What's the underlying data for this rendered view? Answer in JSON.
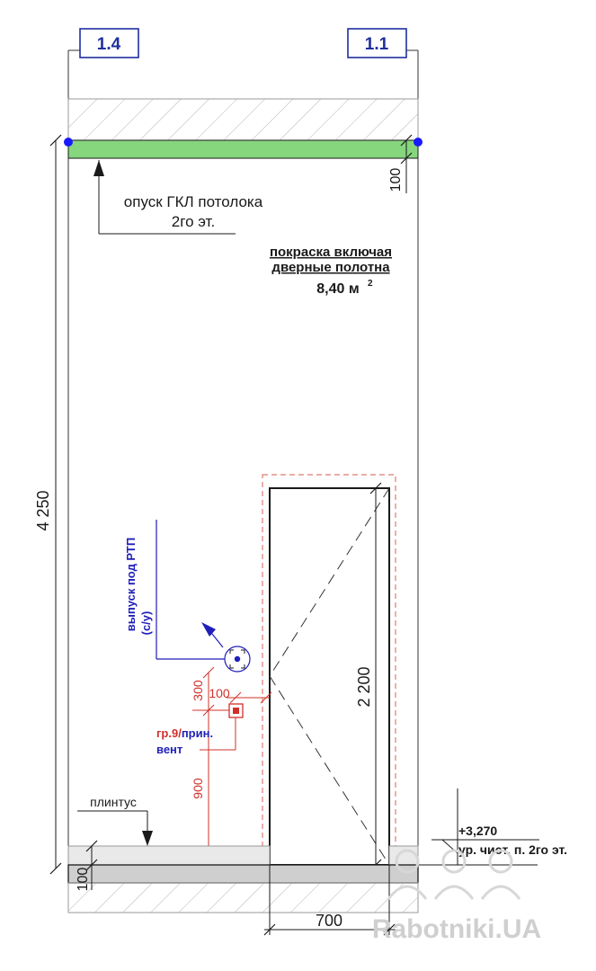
{
  "grid_axes": {
    "left": "1.4",
    "right": "1.1"
  },
  "annotations": {
    "ceiling_drop_line1": "опуск ГКЛ потолока",
    "ceiling_drop_line2": "2го эт.",
    "painting_line1": "покраска включая",
    "painting_line2": "дверные полотна",
    "painting_area": "8,40 м",
    "painting_area_unit_sup": "2",
    "rtp_outlet_line1": "выпуск под РТП",
    "rtp_outlet_line2": "(с/у)",
    "group_label_red": "гр.9/",
    "group_label_blue": "прин.",
    "group_label_line2": "вент",
    "skirting": "плинтус",
    "level_value": "+3,270",
    "level_label": "ур. чист. п. 2го эт."
  },
  "dimensions": {
    "ceiling_drop": "100",
    "total_height": "4 250",
    "door_height": "2 200",
    "door_width": "700",
    "floor_thickness": "100",
    "outlet_height": "300",
    "outlet_offset": "100",
    "socket_height": "900"
  },
  "watermark": "Rabotniki.UA",
  "colors": {
    "ceiling_band": "#86d67e",
    "axis_marker": "#1a1aff",
    "blue_annotation": "#1f1fb8",
    "red_dimension": "#d0302a",
    "grid_tag_border": "#1f2f9f"
  }
}
